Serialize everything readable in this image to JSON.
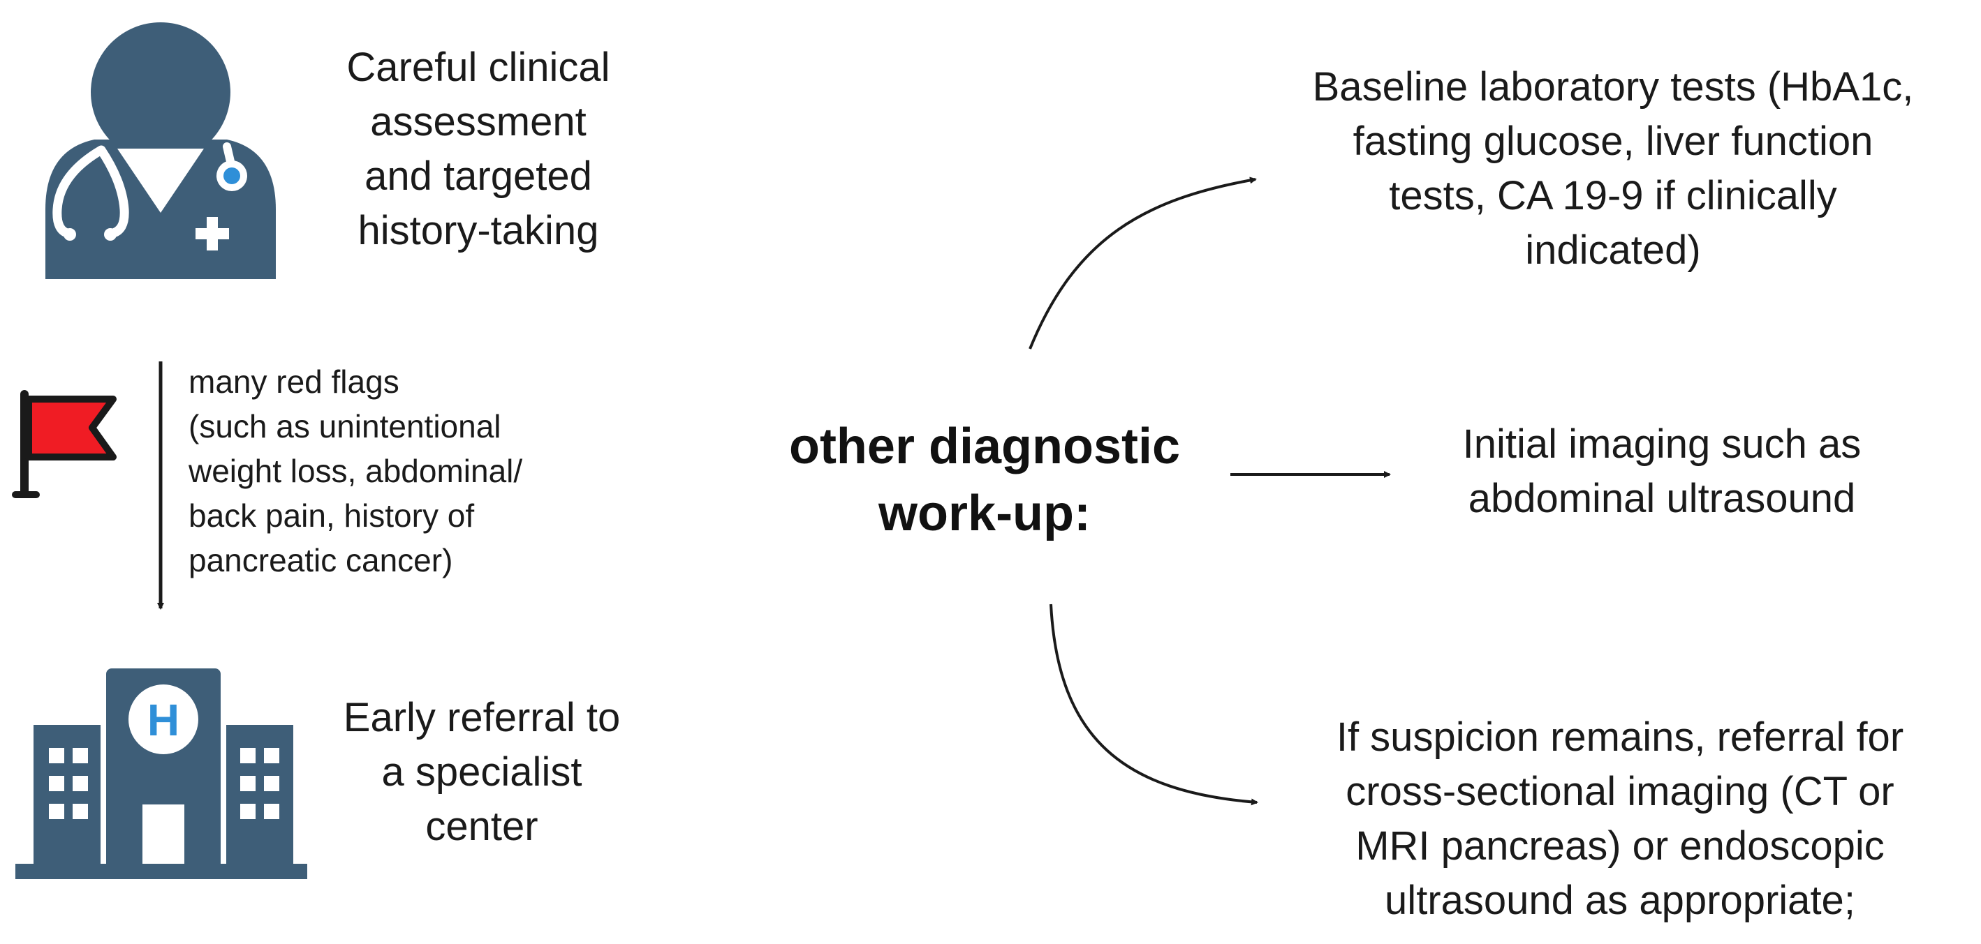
{
  "colors": {
    "icon": "#3e5e78",
    "flag": "#f01c24",
    "accent_blue": "#2f8fd8",
    "arrow": "#1a1a1a",
    "background": "#ffffff"
  },
  "icons": {
    "doctor": "doctor-icon",
    "flag": "red-flag-icon",
    "hospital": "hospital-icon",
    "hospital_sign": "H"
  },
  "left": {
    "assessment": {
      "lines": [
        "Careful clinical",
        "assessment",
        "and targeted",
        "history-taking"
      ]
    },
    "red_flags": {
      "lines": [
        "many red flags",
        "(such as unintentional",
        "weight loss, abdominal/",
        "back pain, history of",
        "pancreatic cancer)"
      ]
    },
    "referral": {
      "lines": [
        "Early referral to",
        "a specialist",
        "center"
      ]
    }
  },
  "hub": {
    "lines": [
      "other diagnostic",
      "work-up:"
    ]
  },
  "right": {
    "lab_tests": {
      "lines": [
        "Baseline laboratory tests (HbA1c,",
        "fasting glucose, liver function",
        "tests, CA 19-9 if clinically",
        "indicated)"
      ]
    },
    "imaging": {
      "lines": [
        "Initial imaging such as",
        "abdominal ultrasound"
      ]
    },
    "cross_sectional": {
      "lines": [
        "If suspicion remains, referral for",
        "cross-sectional imaging (CT or",
        "MRI pancreas) or endoscopic",
        "ultrasound as appropriate;"
      ]
    }
  }
}
